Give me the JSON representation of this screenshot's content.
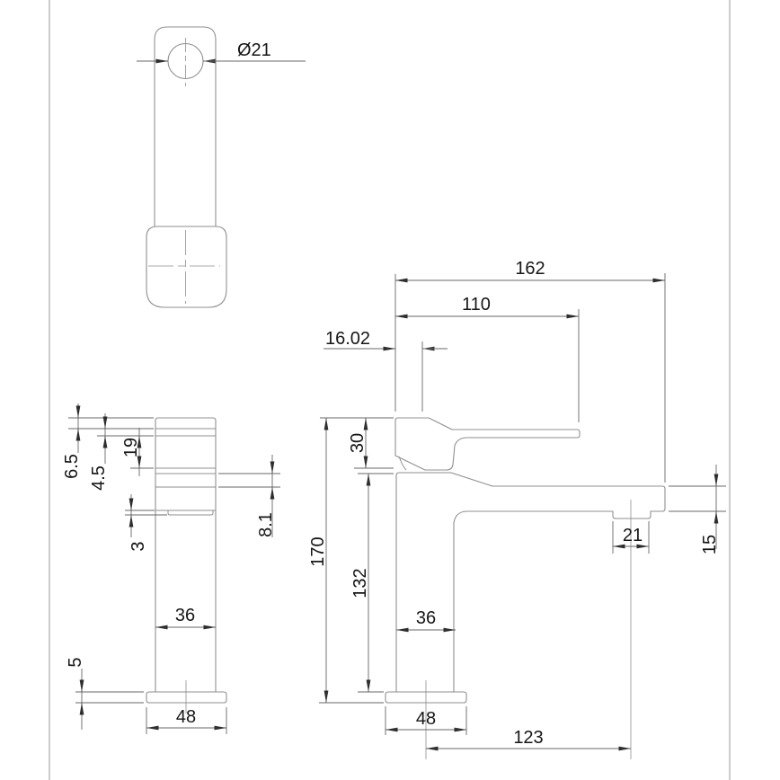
{
  "page": {
    "background": "#ffffff",
    "frame_color": "#cccccc",
    "part_line_color": "#8f8f8f",
    "dim_line_color": "#676767",
    "text_color": "#161616"
  },
  "dimensions": {
    "top": {
      "spout_hole_diameter": "Ø21"
    },
    "side": {
      "cap_top": "6.5",
      "cap_groove": "4.5",
      "handle_cap_height": "19",
      "spout_step": "3",
      "spout_face_height": "8.1",
      "body_width": "36",
      "base_plate_height": "5",
      "base_width": "48"
    },
    "front": {
      "spout_reach": "162",
      "lever_reach": "110",
      "handle_offset": "16.02",
      "handle_height": "30",
      "total_height": "170",
      "body_height": "132",
      "body_width": "36",
      "aerator_width": "21",
      "spout_end_height": "15",
      "base_width": "48",
      "aerator_reach": "123"
    }
  }
}
